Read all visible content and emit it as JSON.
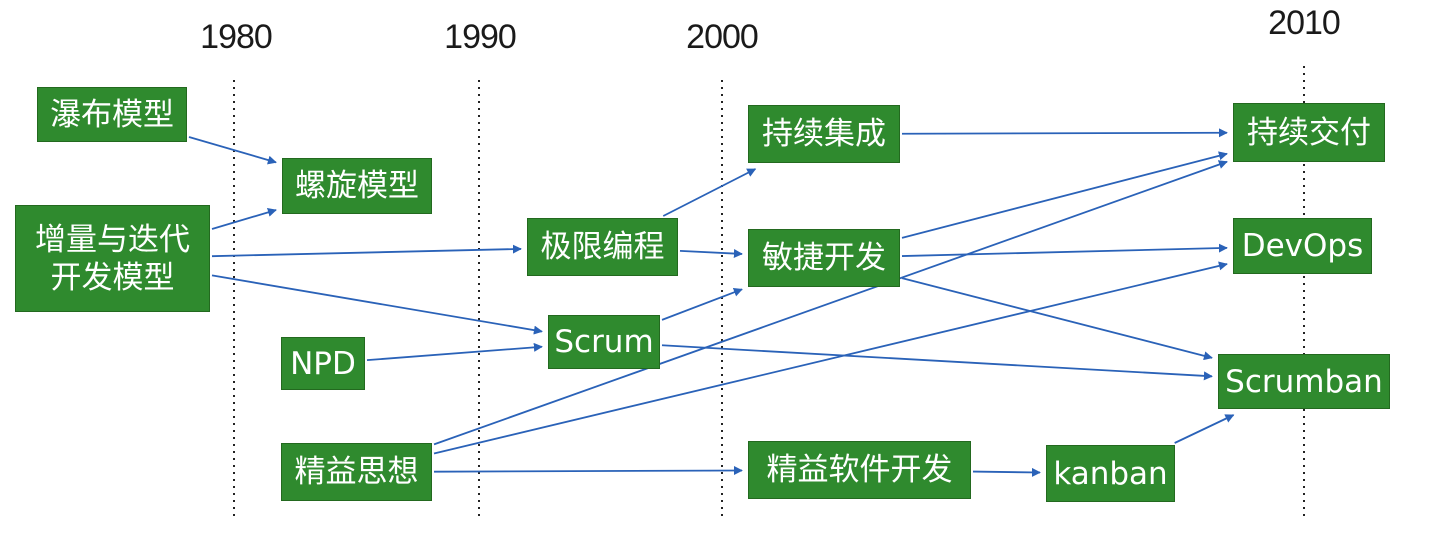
{
  "years": [
    "1980",
    "1990",
    "2000",
    "2010"
  ],
  "nodes": {
    "waterfall": "瀑布模型",
    "spiral": "螺旋模型",
    "incremental": "增量与迭代\n开发模型",
    "npd": "NPD",
    "lean_thinking": "精益思想",
    "xp": "极限编程",
    "scrum": "Scrum",
    "ci": "持续集成",
    "agile": "敏捷开发",
    "lean_sw": "精益软件开发",
    "kanban": "kanban",
    "cd": "持续交付",
    "devops": "DevOps",
    "scrumban": "Scrumban"
  },
  "colors": {
    "node_fill": "#2f8a2e",
    "node_text": "#ffffff",
    "arrow": "#2a62b8",
    "timeline": "#222222"
  },
  "edges": [
    [
      "waterfall",
      "spiral"
    ],
    [
      "incremental",
      "spiral"
    ],
    [
      "incremental",
      "xp"
    ],
    [
      "incremental",
      "scrum"
    ],
    [
      "npd",
      "scrum"
    ],
    [
      "xp",
      "ci"
    ],
    [
      "xp",
      "agile"
    ],
    [
      "scrum",
      "agile"
    ],
    [
      "scrum",
      "scrumban"
    ],
    [
      "ci",
      "cd"
    ],
    [
      "agile",
      "cd"
    ],
    [
      "agile",
      "devops"
    ],
    [
      "agile",
      "scrumban"
    ],
    [
      "lean_thinking",
      "cd"
    ],
    [
      "lean_thinking",
      "devops"
    ],
    [
      "lean_thinking",
      "lean_sw"
    ],
    [
      "lean_sw",
      "kanban"
    ],
    [
      "kanban",
      "scrumban"
    ]
  ]
}
